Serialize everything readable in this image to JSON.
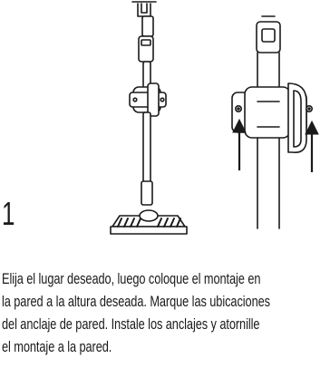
{
  "step": {
    "number": "1",
    "lines": [
      "Elija el lugar deseado, luego coloque el montaje en",
      "la pared a la altura deseada. Marque las ubicaciones",
      "del anclaje de pared. Instale los anclajes y atornille",
      "el montaje a la pared."
    ]
  },
  "colors": {
    "ink": "#1a1a1a",
    "background": "#ffffff"
  },
  "icons": {
    "left_figure": "vacuum-on-wall-mount-figure",
    "right_figure": "wall-mount-detail-figure"
  }
}
